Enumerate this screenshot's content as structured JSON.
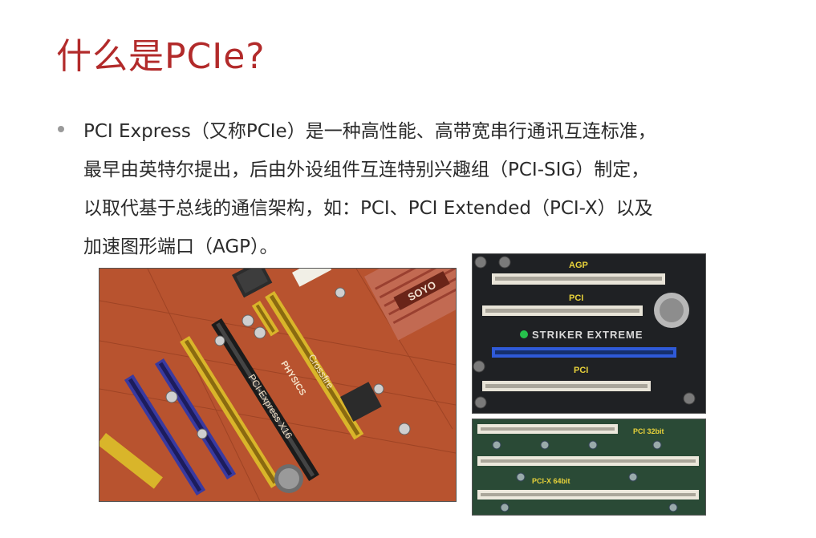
{
  "slide": {
    "title": "什么是PCIe?",
    "bullet_lines": [
      "PCI Express（又称PCIe）是一种高性能、高带宽串行通讯互连标准，",
      "最早由英特尔提出，后由外设组件互连特别兴趣组（PCI-SIG）制定，",
      "以取代基于总线的通信架构，如：PCI、PCI Extended（PCI-X）以及",
      "加速图形端口（AGP）。"
    ]
  },
  "images": {
    "main_board": {
      "labels": [
        "SOYO",
        "Crossfire",
        "PHYSICS",
        "PCI-Express X16"
      ]
    },
    "top_right": {
      "labels": [
        "AGP",
        "PCI",
        "STRIKER EXTREME",
        "PCI"
      ]
    },
    "bottom_right": {
      "labels": [
        "PCI 32bit",
        "PCI-X 64bit"
      ]
    }
  }
}
